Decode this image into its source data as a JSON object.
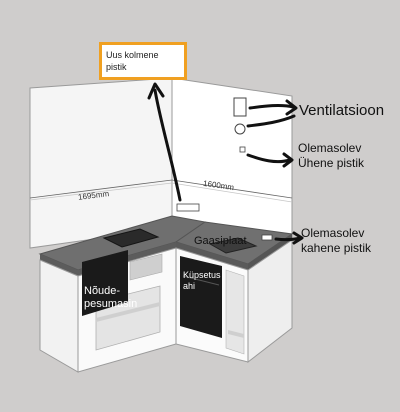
{
  "labels": {
    "new_socket": [
      "Uus kolmene",
      "pistik"
    ],
    "ventilation": "Ventilatsioon",
    "existing_single": [
      "Olemasolev",
      "Ühene pistik"
    ],
    "existing_double": [
      "Olemasolev",
      "kahene pistik"
    ],
    "gas_hob": "Gaasiplaat",
    "dishwasher": [
      "Nõude-",
      "pesumasin"
    ],
    "oven": [
      "Küpsetus",
      "ahi"
    ]
  },
  "dimensions": {
    "left_wall": "1695mm",
    "right_wall": "1600mm"
  },
  "colors": {
    "highlight": "#f0a021",
    "appliance_panel": "#1a1a1a",
    "arrow": "#111111"
  }
}
